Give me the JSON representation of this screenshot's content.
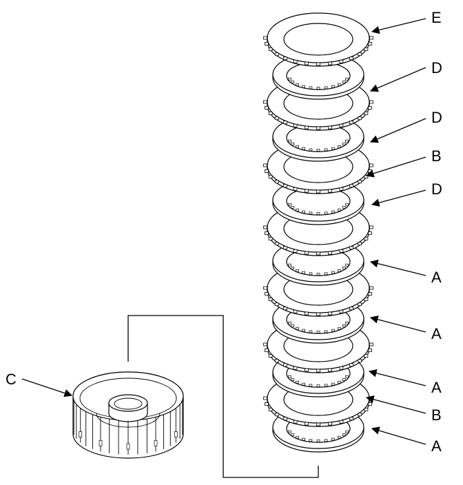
{
  "diagram": {
    "callouts": [
      {
        "label": "E",
        "part": "plate"
      },
      {
        "label": "D",
        "part": "disc"
      },
      {
        "label": "D",
        "part": "disc"
      },
      {
        "label": "B",
        "part": "plate"
      },
      {
        "label": "D",
        "part": "disc"
      },
      {
        "label": "A",
        "part": "disc"
      },
      {
        "label": "A",
        "part": "disc"
      },
      {
        "label": "A",
        "part": "disc"
      },
      {
        "label": "B",
        "part": "plate"
      },
      {
        "label": "A",
        "part": "disc"
      }
    ],
    "drum_label": "C"
  }
}
